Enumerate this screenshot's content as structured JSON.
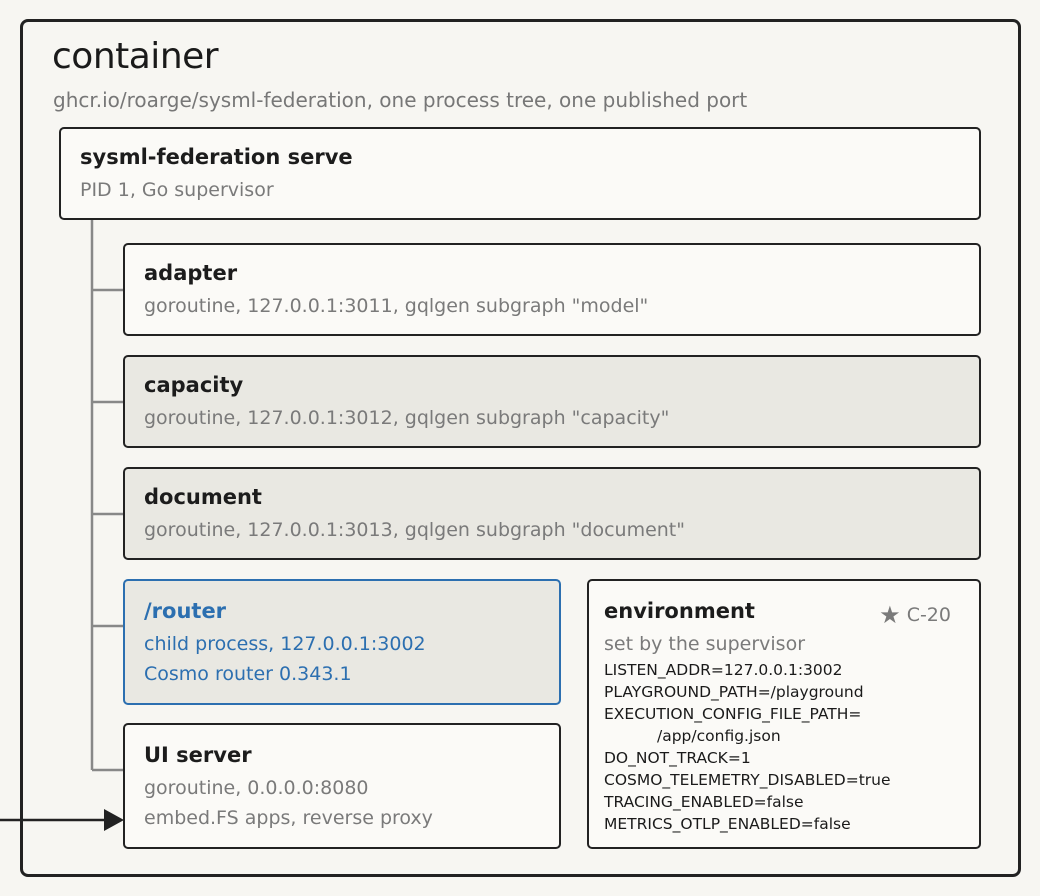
{
  "container": {
    "title": "container",
    "subtitle": "ghcr.io/roarge/sysml-federation, one process tree, one published port"
  },
  "supervisor": {
    "title": "sysml-federation serve",
    "subtitle": "PID 1, Go supervisor"
  },
  "adapter": {
    "title": "adapter",
    "subtitle": "goroutine, 127.0.0.1:3011, gqlgen subgraph \"model\""
  },
  "capacity": {
    "title": "capacity",
    "subtitle": "goroutine, 127.0.0.1:3012, gqlgen subgraph \"capacity\""
  },
  "document": {
    "title": "document",
    "subtitle": "goroutine, 127.0.0.1:3013, gqlgen subgraph \"document\""
  },
  "router": {
    "title": "/router",
    "line1": "child process, 127.0.0.1:3002",
    "line2": "Cosmo router 0.343.1"
  },
  "ui_server": {
    "title": "UI server",
    "line1": "goroutine, 0.0.0.0:8080",
    "line2": "embed.FS apps, reverse proxy"
  },
  "environment": {
    "title": "environment",
    "tag": "C-20",
    "subtitle": "set by the supervisor",
    "vars": [
      "LISTEN_ADDR=127.0.0.1:3002",
      "PLAYGROUND_PATH=/playground",
      "EXECUTION_CONFIG_FILE_PATH=",
      "/app/config.json",
      "DO_NOT_TRACK=1",
      "COSMO_TELEMETRY_DISABLED=true",
      "TRACING_ENABLED=false",
      "METRICS_OTLP_ENABLED=false"
    ]
  },
  "colors": {
    "accent": "#2c6fb0",
    "border": "#222222",
    "muted": "#7a7a7a",
    "grey_fill": "#e9e8e2"
  }
}
